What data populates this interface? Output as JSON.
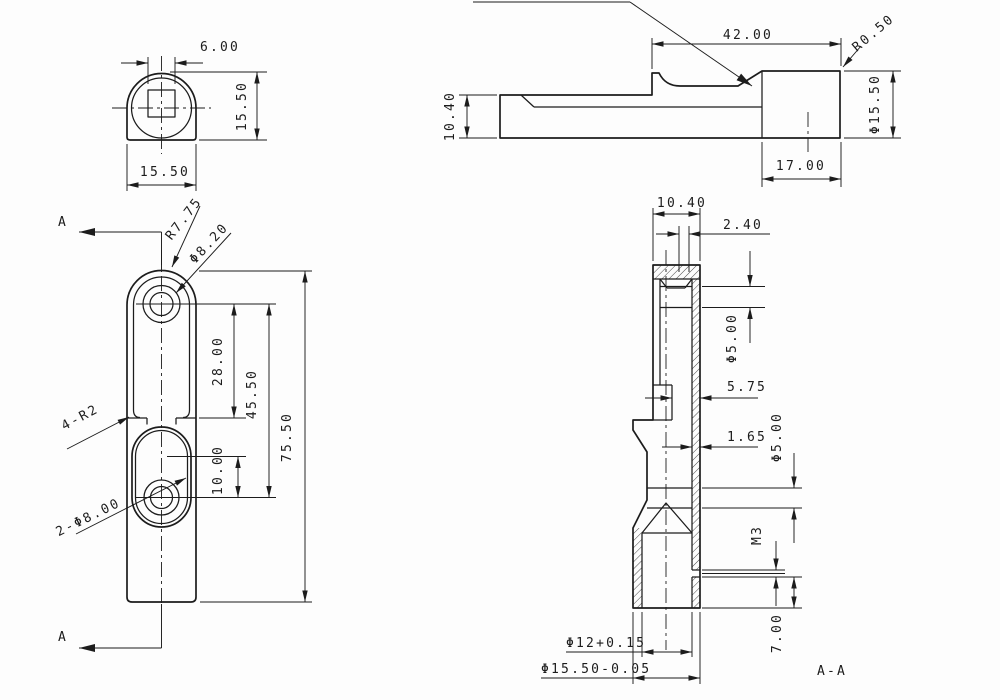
{
  "colors": {
    "ink": "#1c1c1c",
    "paper": "#fdfdfd"
  },
  "views": {
    "top": {
      "dim_square_width": "6.00",
      "dim_height": "15.50",
      "dim_width": "15.50"
    },
    "side": {
      "dim_length": "42.00",
      "dim_corner_radius": "R0.50",
      "dim_barrel_dia": "Φ15.50",
      "dim_barrel_len": "17.00",
      "dim_thickness": "10.40"
    },
    "front": {
      "section_label": "A",
      "dim_head_radius": "R7.75",
      "dim_head_hole": "Φ8.20",
      "dim_fillets": "4-R2",
      "dim_holes": "2-Φ8.00",
      "dim_hole_to_step": "28.00",
      "dim_hole_span": "45.50",
      "dim_slot_offset": "10.00",
      "dim_total_height": "75.50"
    },
    "section": {
      "title": "A-A",
      "dim_thickness": "10.40",
      "dim_cbore_depth": "2.40",
      "dim_upper_hole": "Φ5.00",
      "dim_step": "5.75",
      "dim_wall": "1.65",
      "dim_lower_hole": "Φ5.00",
      "dim_thread": "M3",
      "dim_thread_pos": "7.00",
      "dim_bore": "Φ12+0.15",
      "dim_outer_dia": "Φ15.50-0.05"
    }
  }
}
